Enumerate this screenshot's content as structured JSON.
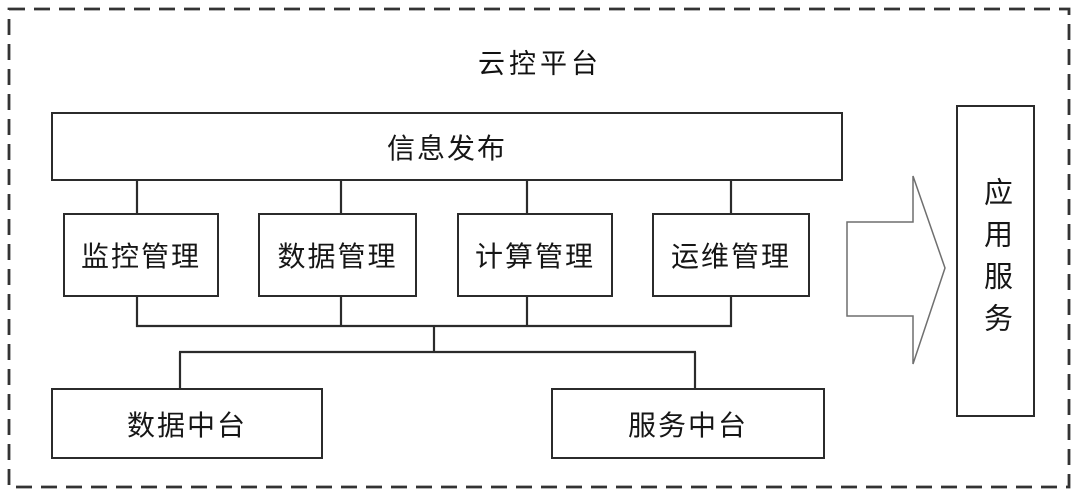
{
  "colors": {
    "line": "#2b2b2b",
    "dashed_border": "#333333",
    "text": "#111111",
    "arrow_outline": "#6f6f6f",
    "background": "#ffffff"
  },
  "diagram": {
    "title": "云控平台",
    "info_layer": {
      "label": "信息发布"
    },
    "management_modules": [
      {
        "label": "监控管理"
      },
      {
        "label": "数据管理"
      },
      {
        "label": "计算管理"
      },
      {
        "label": "运维管理"
      }
    ],
    "middle_platforms": [
      {
        "label": "数据中台"
      },
      {
        "label": "服务中台"
      }
    ],
    "application_service": {
      "label": "应用服务"
    }
  }
}
